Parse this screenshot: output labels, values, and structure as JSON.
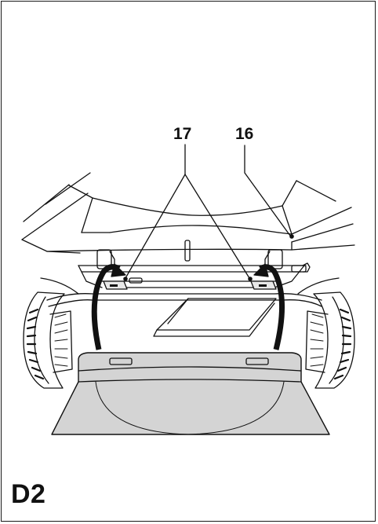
{
  "figure": {
    "label": "D2"
  },
  "callouts": [
    {
      "id": "17",
      "text": "17"
    },
    {
      "id": "16",
      "text": "16"
    }
  ],
  "colors": {
    "line": "#111111",
    "bag_fill": "#d4d4d4",
    "background": "#ffffff"
  }
}
